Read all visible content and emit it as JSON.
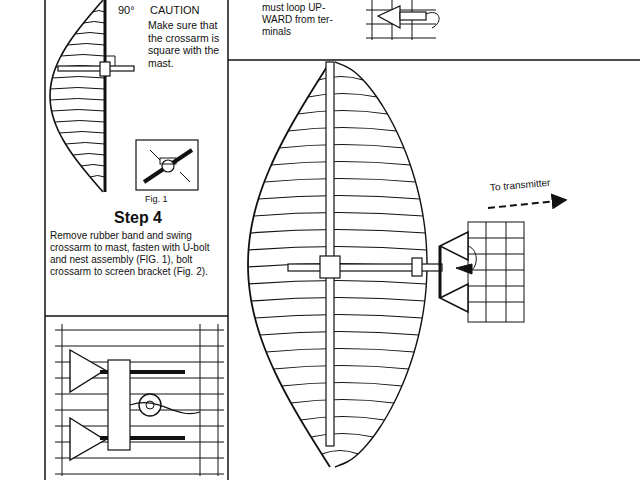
{
  "diagram": {
    "labels": [
      "90°",
      "CAUTION",
      "Make sure that the crossarm is square with the mast.",
      "Fig. 1",
      "Step 4",
      "Remove rubber band and swing crossarm to mast, fasten with U-bolt and nest assembly (FIG. 1), bolt crossarm to screen bracket (Fig. 2).",
      "must loop UP- WARD from ter- minals",
      "To transmitter"
    ]
  }
}
